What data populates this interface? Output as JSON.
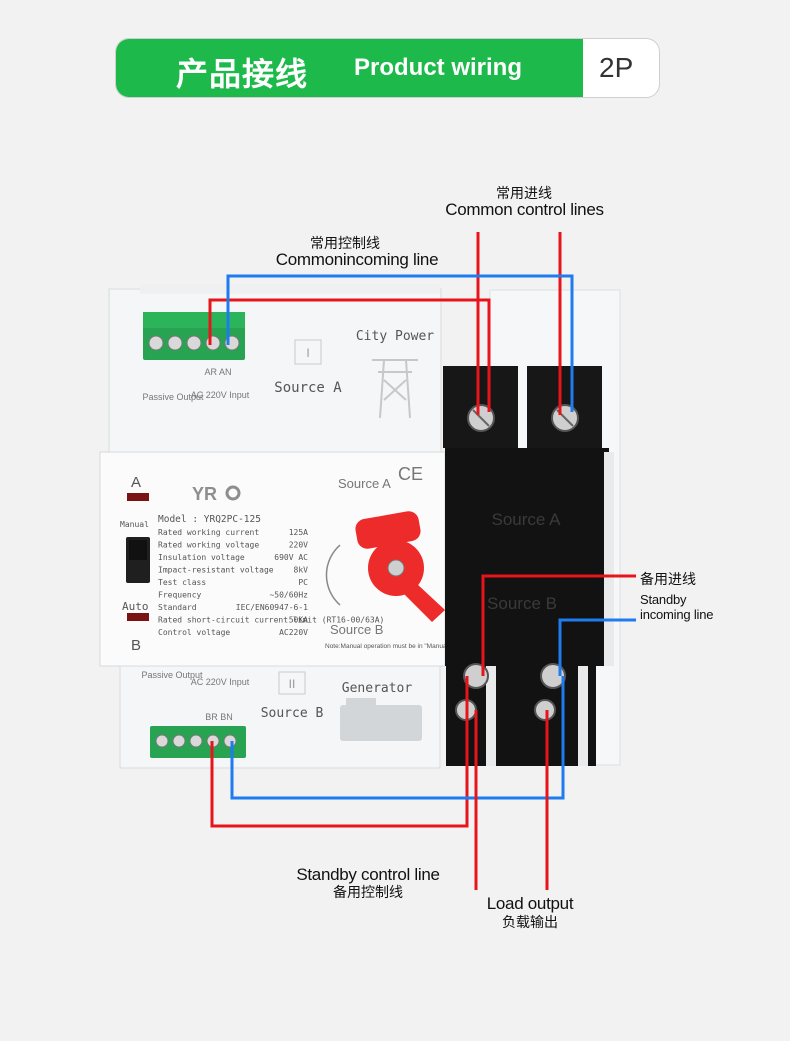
{
  "header": {
    "title_cn": "产品接线",
    "title_en": "Product wiring",
    "badge": "2P"
  },
  "labels": {
    "common_control_cn": "常用进线",
    "common_control_en": "Common control lines",
    "common_incoming_cn": "常用控制线",
    "common_incoming_en": "Commonincoming line",
    "standby_incoming_cn": "备用进线",
    "standby_incoming_en1": "Standby",
    "standby_incoming_en2": "incoming line",
    "standby_control_en": "Standby control line",
    "standby_control_cn": "备用控制线",
    "load_output_en": "Load output",
    "load_output_cn": "负载输出"
  },
  "device": {
    "brand": "YR",
    "model": "Model : YRQ2PC-125",
    "ce": "CE",
    "source_a": "Source A",
    "source_b": "Source B",
    "city_power": "City Power",
    "generator": "Generator",
    "mark_a": "A",
    "mark_b": "B",
    "manual": "Manual",
    "auto": "Auto",
    "passive_output": "Passive Output",
    "ac_input": "AC 220V Input",
    "terminals_top": "AR AN",
    "terminals_bottom": "BR BN",
    "panel_label_a": "I",
    "panel_label_b": "II",
    "note": "Note:Manual operation must be in \"Manual\" position",
    "specs": [
      {
        "k": "Rated working current",
        "v": "125A"
      },
      {
        "k": "Rated working voltage",
        "v": "220V"
      },
      {
        "k": "Insulation voltage",
        "v": "690V AC"
      },
      {
        "k": "Impact-resistant voltage",
        "v": "8kV"
      },
      {
        "k": "Test class",
        "v": "PC"
      },
      {
        "k": "Frequency",
        "v": "~50/60Hz"
      },
      {
        "k": "Standard",
        "v": "IEC/EN60947-6-1"
      },
      {
        "k": "Rated short-circuit current limit (RT16-00/63A)",
        "v": "50KA"
      },
      {
        "k": "Control voltage",
        "v": "AC220V"
      }
    ]
  },
  "colors": {
    "green": "#1dba4b",
    "red_wire": "#e8141b",
    "blue_wire": "#1e7bf0",
    "handle": "#ee2b2b",
    "terminal_green": "#27a352"
  }
}
